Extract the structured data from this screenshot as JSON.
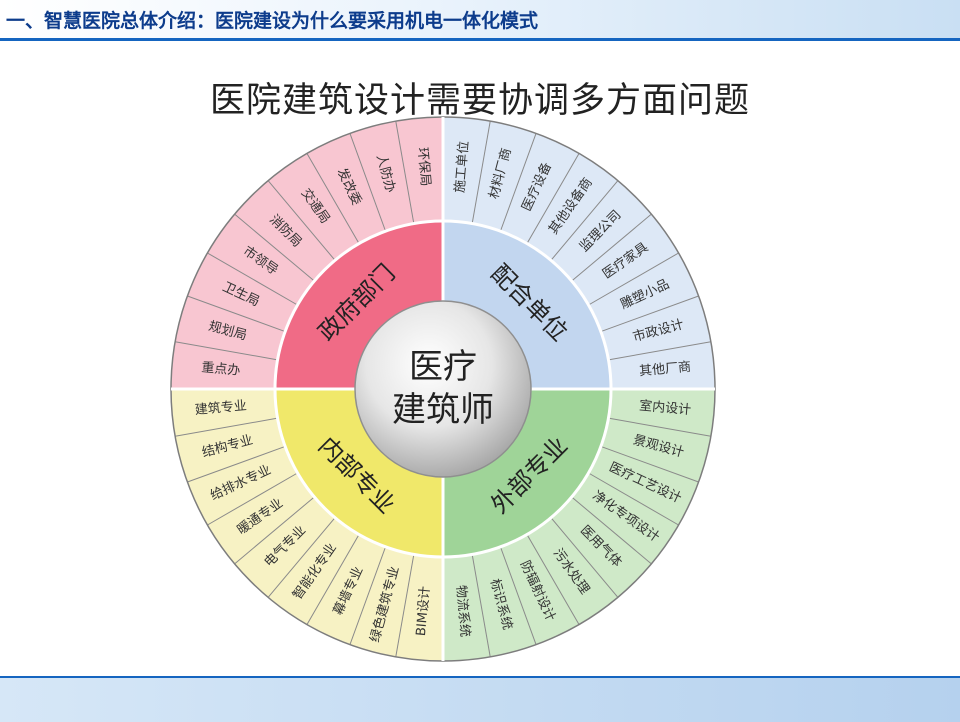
{
  "header": {
    "title": "一、智慧医院总体介绍：医院建设为什么要采用机电一体化模式"
  },
  "main_title": "医院建筑设计需要协调多方面问题",
  "center": {
    "line1": "医疗",
    "line2": "建筑师"
  },
  "quadrants": [
    {
      "name": "政府部门",
      "inner_color": "#f06b86",
      "outer_color": "#f8c6d1",
      "items": [
        "重点办",
        "规划局",
        "卫生局",
        "市领导",
        "消防局",
        "交通局",
        "发改委",
        "人防办",
        "环保局"
      ]
    },
    {
      "name": "配合单位",
      "inner_color": "#c2d6ef",
      "outer_color": "#dde8f6",
      "items": [
        "施工单位",
        "材料厂商",
        "医疗设备",
        "其他设备商",
        "监理公司",
        "医疗家具",
        "雕塑小品",
        "市政设计",
        "其他厂商"
      ]
    },
    {
      "name": "外部专业",
      "inner_color": "#9fd498",
      "outer_color": "#cfe9c8",
      "items": [
        "室内设计",
        "景观设计",
        "医疗工艺设计",
        "净化专项设计",
        "医用气体",
        "污水处理",
        "防辐射设计",
        "标识系统",
        "物流系统"
      ]
    },
    {
      "name": "内部专业",
      "inner_color": "#f0e86a",
      "outer_color": "#f7f2c4",
      "items": [
        "BIM设计",
        "绿色建筑专业",
        "幕墙专业",
        "智能化专业",
        "电气专业",
        "暖通专业",
        "给排水专业",
        "结构专业",
        "建筑专业"
      ]
    }
  ]
}
